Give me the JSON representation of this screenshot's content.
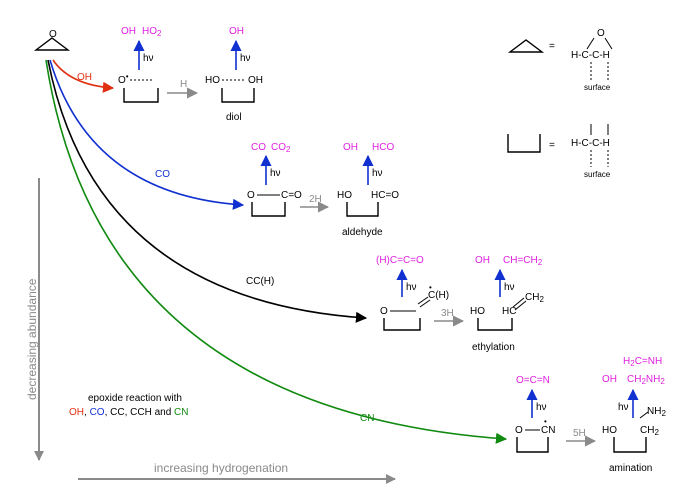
{
  "colors": {
    "oh": "#e03010",
    "co": "#1030d0",
    "cc": "#000000",
    "cn": "#108a10",
    "photo_product": "#e020e0",
    "h_step": "#8a8a8a"
  },
  "axes": {
    "vertical": "decreasing abundance",
    "horizontal": "increasing hydrogenation"
  },
  "legend": {
    "prefix": "epoxide reaction with",
    "oh": "OH",
    "sep1": ",",
    "co": "CO",
    "sep2": ",",
    "rest": "CC, CCH and",
    "cn": "CN"
  },
  "key": {
    "equals": "=",
    "hc_left": "H-C",
    "dash": "-",
    "c_right": "C-H",
    "oxygen": "O",
    "surface": "surface"
  },
  "paths": {
    "oh": "OH",
    "co": "CO",
    "cc": "CC(H)",
    "cn": "CN"
  },
  "start": {
    "oxygen": "O"
  },
  "hv": "hν",
  "rows": {
    "diol": {
      "photo_1": "OH",
      "photo_2": "HO",
      "photo_2_sub": "2",
      "intermediate_o": "O",
      "radical": "•",
      "step": "H",
      "product_photo": "OH",
      "product_left": "HO",
      "product_right": "OH",
      "name": "diol"
    },
    "aldehyde": {
      "photo_1": "CO",
      "photo_2": "CO",
      "photo_2_sub": "2",
      "intermediate_o": "O",
      "intermediate_c": "C=O",
      "step": "2H",
      "product_photo_1": "OH",
      "product_photo_2": "HCO",
      "product_left": "HO",
      "product_right": "HC=O",
      "name": "aldehyde"
    },
    "ethylation": {
      "photo_1": "(H)C=C=O",
      "intermediate_o": "O",
      "intermediate_c": "C(H)",
      "step": "3H",
      "product_photo_1": "OH",
      "product_photo_2": "CH=CH",
      "product_photo_2_sub": "2",
      "product_left": "HO",
      "product_right": "HC",
      "product_ch": "CH",
      "product_ch_sub": "2",
      "name": "ethylation"
    },
    "amination": {
      "photo_1": "O=C=N",
      "intermediate_o": "O",
      "intermediate_c": "CN",
      "step": "5H",
      "product_photo_top": "H",
      "product_photo_top_sub": "2",
      "product_photo_top_rest": "C=NH",
      "product_photo_1": "OH",
      "product_photo_2": "CH",
      "product_photo_2_sub": "2",
      "product_photo_2_rest": "NH",
      "product_photo_2_sub2": "2",
      "product_left": "HO",
      "product_nh": "NH",
      "product_nh_sub": "2",
      "product_ch": "CH",
      "product_ch_sub": "2",
      "name": "amination"
    }
  }
}
